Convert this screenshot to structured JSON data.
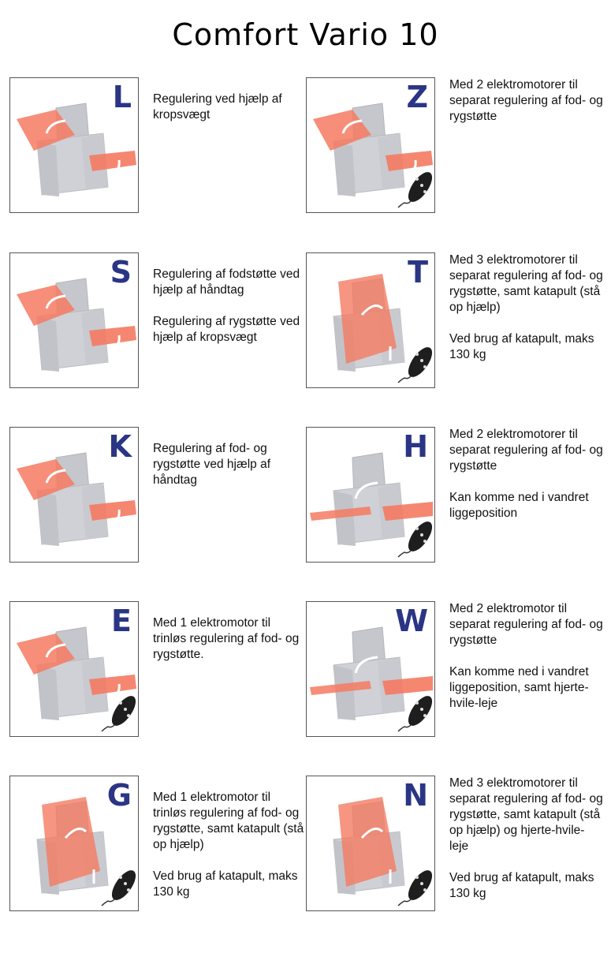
{
  "title": "Comfort Vario 10",
  "colors": {
    "letter": "#2b3585",
    "chair": "#d0d1d6",
    "highlight": "#f47a62",
    "remote": "#1e1e1e"
  },
  "models": [
    {
      "letter": "L",
      "recline": "back",
      "remote": false,
      "paragraphs": [
        "Regulering ved hjælp af kropsvægt"
      ]
    },
    {
      "letter": "Z",
      "recline": "back",
      "remote": true,
      "paragraphs": [
        "Med 2 elektromotorer til separat regulering af fod- og rygstøtte"
      ]
    },
    {
      "letter": "S",
      "recline": "back",
      "remote": false,
      "paragraphs": [
        "Regulering af fodstøtte ved hjælp af håndtag",
        "Regulering af rygstøtte ved hjælp af kropsvægt"
      ]
    },
    {
      "letter": "T",
      "recline": "lift",
      "remote": true,
      "paragraphs": [
        "Med 3 elektromotorer til separat regulering af fod- og rygstøtte, samt katapult (stå op hjælp)",
        "Ved brug af katapult, maks 130 kg"
      ]
    },
    {
      "letter": "K",
      "recline": "back",
      "remote": false,
      "paragraphs": [
        "Regulering af fod- og rygstøtte ved hjælp af håndtag"
      ]
    },
    {
      "letter": "H",
      "recline": "flat",
      "remote": true,
      "paragraphs": [
        "Med 2 elektromotorer til separat regulering af fod- og rygstøtte",
        "Kan komme ned i vandret liggeposition"
      ]
    },
    {
      "letter": "E",
      "recline": "back",
      "remote": true,
      "paragraphs": [
        "Med 1 elektromotor til trinløs regulering af fod- og rygstøtte."
      ]
    },
    {
      "letter": "W",
      "recline": "flat",
      "remote": true,
      "paragraphs": [
        "Med 2 elektromotor til separat regulering af fod- og rygstøtte",
        "Kan komme ned i vandret liggeposition, samt hjerte-hvile-leje"
      ]
    },
    {
      "letter": "G",
      "recline": "lift",
      "remote": true,
      "paragraphs": [
        "Med 1 elektromotor til trinløs regulering af fod- og rygstøtte, samt katapult (stå op hjælp)",
        "Ved brug af katapult, maks 130 kg"
      ]
    },
    {
      "letter": "N",
      "recline": "lift",
      "remote": true,
      "paragraphs": [
        "Med 3 elektromotorer til separat regulering af fod- og rygstøtte, samt katapult (stå op hjælp) og hjerte-hvile-leje",
        "Ved brug af katapult, maks 130 kg"
      ]
    }
  ]
}
